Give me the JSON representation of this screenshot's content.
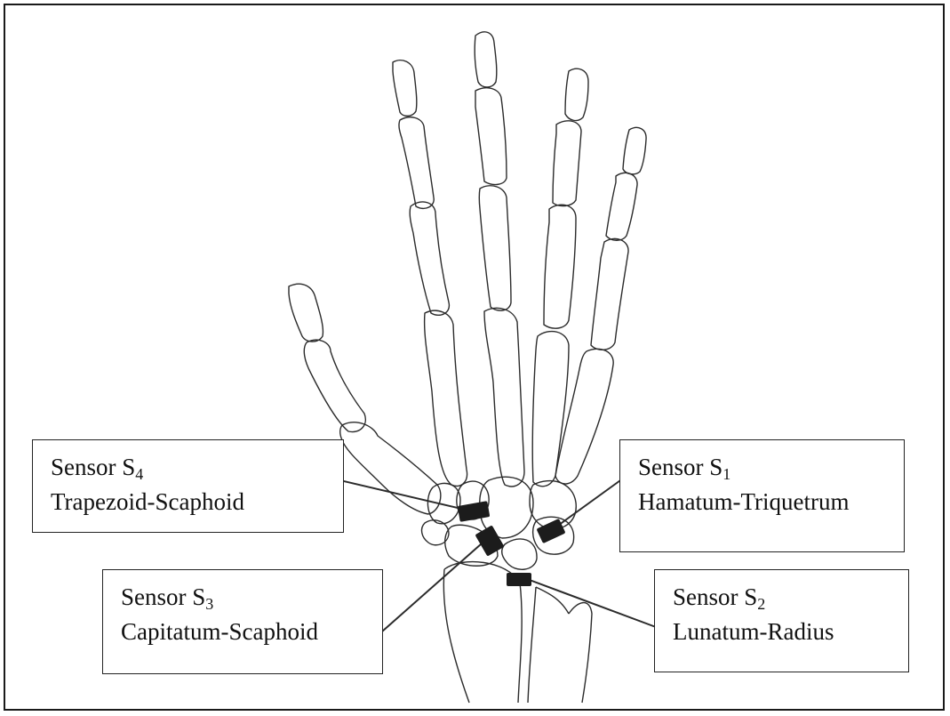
{
  "sensors": [
    {
      "id": "s4",
      "prefix": "Sensor S",
      "sub": "4",
      "joint": "Trapezoid-Scaphoid"
    },
    {
      "id": "s1",
      "prefix": "Sensor S",
      "sub": "1",
      "joint": "Hamatum-Triquetrum"
    },
    {
      "id": "s3",
      "prefix": "Sensor S",
      "sub": "3",
      "joint": "Capitatum-Scaphoid"
    },
    {
      "id": "s2",
      "prefix": "Sensor S",
      "sub": "2",
      "joint": "Lunatum-Radius"
    }
  ],
  "colors": {
    "line": "#2b2b2b",
    "sensor": "#1c1c1c",
    "background": "#ffffff"
  }
}
